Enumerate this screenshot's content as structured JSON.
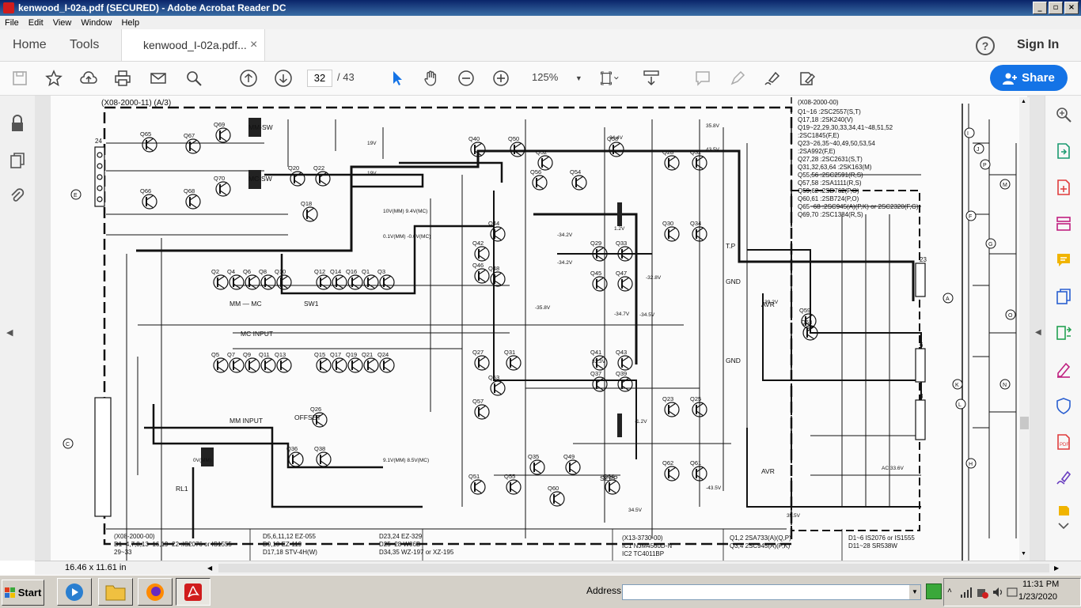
{
  "window": {
    "title": "kenwood_I-02a.pdf (SECURED) - Adobe Acrobat Reader DC"
  },
  "menu": [
    "File",
    "Edit",
    "View",
    "Window",
    "Help"
  ],
  "tabs": {
    "home": "Home",
    "tools": "Tools",
    "doc": "kenwood_I-02a.pdf...",
    "close": "×"
  },
  "header": {
    "help": "?",
    "sign_in": "Sign In"
  },
  "toolbar": {
    "page_current": "32",
    "page_total": "/ 43",
    "zoom": "125%",
    "share": "Share"
  },
  "status": {
    "page_size": "16.46 x 11.61 in"
  },
  "taskbar": {
    "start": "Start",
    "address_label": "Address",
    "time": "11:31 PM",
    "date": "1/23/2020"
  },
  "schematic": {
    "block_left": "(X08-2000-11) (A/3)",
    "block_right": "(X08-2000-00)",
    "parts_table": [
      "Q1~16  :2SC2557(S,T)",
      "Q17,18  :2SK240(V)",
      "Q19~22,29,30,33,34,41~48,51,52",
      "  :2SC1845(F,E)",
      "Q23~26,35~40,49,50,53,54",
      "  :2SA992(F,E)",
      "Q27,28  :2SC2631(S,T)",
      "Q31,32,63,64 :2SK163(M)",
      "Q55,56  :2SC2591(R,S)",
      "Q57,58  :2SA1111(R,S)",
      "Q59,62  :2SD762(P,O)",
      "Q60,61  :2SB724(P,O)",
      "Q65~68  :2SC945(A)(P,K) or 2SC2320(F,G)",
      "Q69,70  :2SC1384(R,S)"
    ],
    "legend_col1": [
      "(X08-2000-00)",
      "D1~4,7,8,13~16,19~22 :IS2076 or IS1555",
      "29~33"
    ],
    "legend_col2": [
      "D5,6,11,12   EZ-055",
      "D9,10   EZ-119",
      "D17,18   STV-4H(W)"
    ],
    "legend_col3": [
      "D23,24   EZ-329",
      "D25~28   W06B",
      "D34,35   WZ-197 or XZ-195"
    ],
    "legend_col4": [
      "(X13-3730-00)",
      "IC1   NJM4560D-N",
      "IC2   TC4011BP"
    ],
    "legend_col5": [
      "Q1,2   2SA733(A)(Q,P)",
      "Q3,4   2SC945(A)(P,K)"
    ],
    "legend_col6": [
      "D1~6   IS2076 or IS1555",
      "D11~28   SR538W"
    ],
    "labels": [
      "MM-SW",
      "MC-SW",
      "MC INPUT",
      "MM INPUT",
      "OFFSET",
      "SW1",
      "MM — MC",
      "SEPP",
      "AVR",
      "AVR",
      "T.P",
      "GND",
      "GND",
      "RL1"
    ],
    "voltages": [
      "19V",
      "19V",
      "-34.2V",
      "-34.2V",
      "33.3V",
      "34.4V",
      "35.8V",
      "43.5V",
      "-43.5V",
      "34.5V",
      "-34.5V",
      "-32.8V",
      "-34.7V",
      "-35.8V",
      "-1.2V",
      "1.2V",
      "-39.2V",
      "39.5V",
      "AC 33.6V",
      "0V(MM)",
      "10V(MM) 9.4V(MC)",
      "0.1V(MM) -0.6V(MC)",
      "9.1V(MM) 8.5V(MC)"
    ],
    "transistors": [
      "Q65",
      "Q69",
      "Q67",
      "Q66",
      "Q70",
      "Q68",
      "Q20",
      "Q22",
      "Q18",
      "Q2",
      "Q4",
      "Q6",
      "Q8",
      "Q10",
      "Q12",
      "Q14",
      "Q16",
      "Q1",
      "Q3",
      "Q5",
      "Q7",
      "Q9",
      "Q11",
      "Q13",
      "Q15",
      "Q17",
      "Q19",
      "Q21",
      "Q24",
      "Q26",
      "Q36",
      "Q38",
      "Q40",
      "Q50",
      "Q52",
      "Q56",
      "Q54",
      "Q58",
      "Q28",
      "Q32",
      "Q30",
      "Q34",
      "Q42",
      "Q44",
      "Q46",
      "Q48",
      "Q29",
      "Q33",
      "Q45",
      "Q47",
      "Q27",
      "Q31",
      "Q41",
      "Q43",
      "Q53",
      "Q57",
      "Q37",
      "Q39",
      "Q23",
      "Q25",
      "Q35",
      "Q49",
      "Q51",
      "Q55",
      "Q60",
      "Q64",
      "Q62",
      "Q61",
      "Q59",
      "Q63"
    ],
    "connectors": [
      "24",
      "23",
      "6",
      "8"
    ],
    "edge_letters": [
      "E",
      "C",
      "A",
      "K",
      "L",
      "I",
      "J",
      "P",
      "M",
      "G",
      "F",
      "H",
      "N",
      "O"
    ]
  }
}
